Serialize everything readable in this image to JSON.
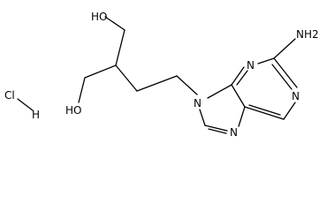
{
  "molecule": {
    "labels": {
      "oh_top": "HO",
      "oh_bottom": "HO",
      "amine": "NH2",
      "n_ring_upper": "N",
      "n_ring_right": "N",
      "n9": "N",
      "n7": "N",
      "hcl_cl": "Cl",
      "hcl_h": "H"
    }
  }
}
